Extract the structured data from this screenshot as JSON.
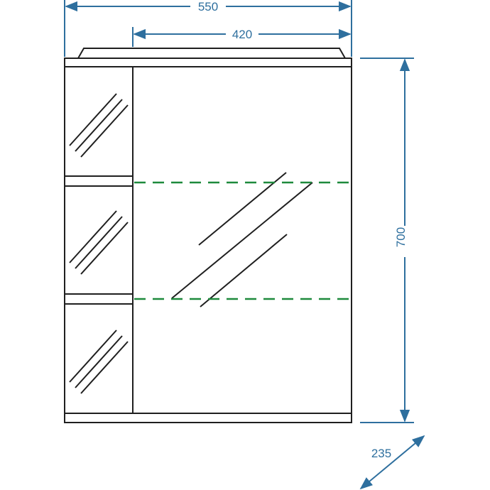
{
  "dimensions": {
    "total_width": "550",
    "mirror_width": "420",
    "height": "700",
    "depth": "235"
  },
  "colors": {
    "outline": "#1f1f1f",
    "dimension": "#2e6f9e",
    "shelf_dashes": "#1e8a3c",
    "background": "#ffffff"
  }
}
